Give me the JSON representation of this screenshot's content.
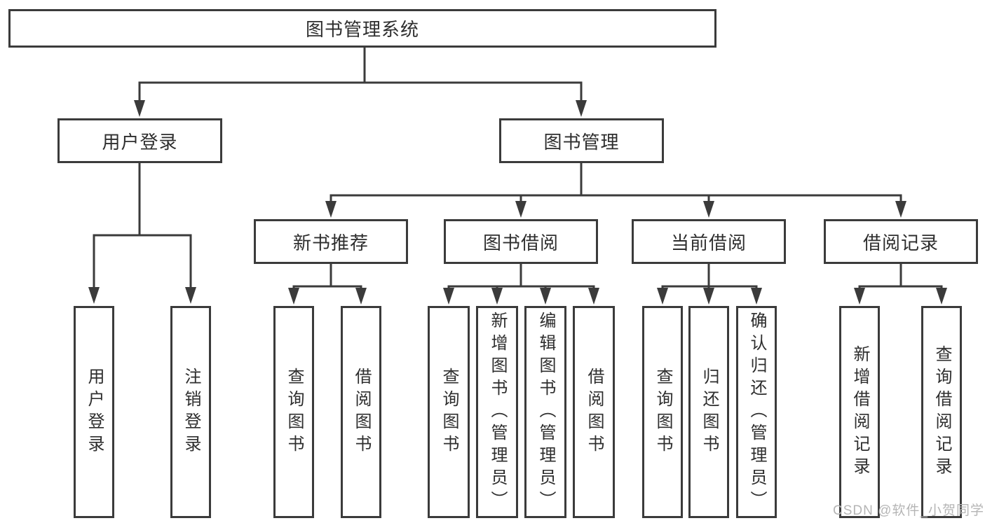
{
  "diagram": {
    "title": "图书管理系统",
    "root": {
      "label": "图书管理系统"
    },
    "branches": [
      {
        "label": "用户登录",
        "children": [
          {
            "label": "用户登录"
          },
          {
            "label": "注销登录"
          }
        ]
      },
      {
        "label": "图书管理",
        "children": [
          {
            "label": "新书推荐",
            "children": [
              {
                "label": "查询图书"
              },
              {
                "label": "借阅图书"
              }
            ]
          },
          {
            "label": "图书借阅",
            "children": [
              {
                "label": "查询图书"
              },
              {
                "label": "新增图书（管理员）"
              },
              {
                "label": "编辑图书（管理员）"
              },
              {
                "label": "借阅图书"
              }
            ]
          },
          {
            "label": "当前借阅",
            "children": [
              {
                "label": "查询图书"
              },
              {
                "label": "归还图书"
              },
              {
                "label": "确认归还（管理员）"
              }
            ]
          },
          {
            "label": "借阅记录",
            "children": [
              {
                "label": "新增借阅记录"
              },
              {
                "label": "查询借阅记录"
              }
            ]
          }
        ]
      }
    ]
  },
  "watermark": {
    "text": "CSDN @软件_小贺同学",
    "color": "#b5b5b5"
  },
  "colors": {
    "line": "#3b3b3b",
    "box_border": "#3b3b3b",
    "text": "#2e2e2e",
    "background": "#ffffff"
  }
}
